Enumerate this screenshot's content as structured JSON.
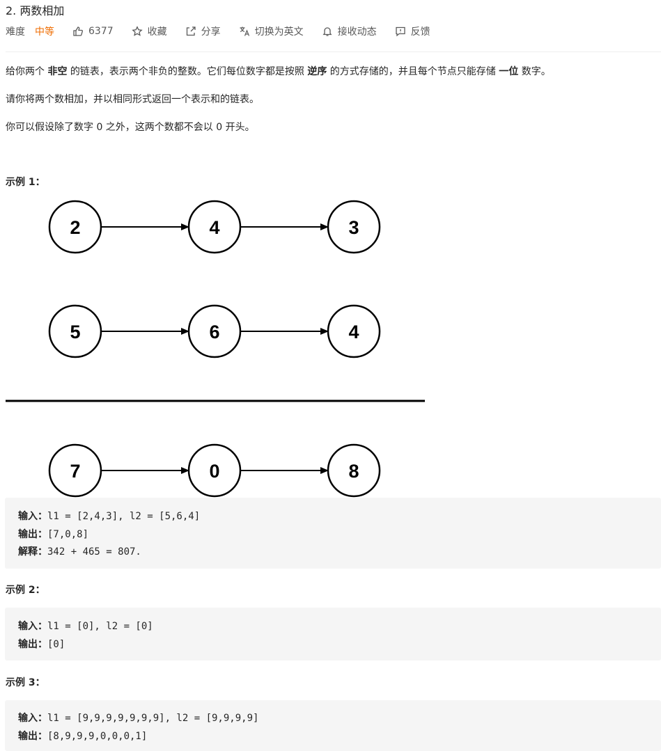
{
  "problem": {
    "title": "2. 两数相加",
    "difficulty_label": "难度",
    "difficulty": "中等",
    "likes": "6377",
    "favorite": "收藏",
    "share": "分享",
    "switch_lang": "切换为英文",
    "subscribe": "接收动态",
    "feedback": "反馈"
  },
  "description": {
    "p1_a": "给你两个 ",
    "p1_b": "非空",
    "p1_c": " 的链表，表示两个非负的整数。它们每位数字都是按照 ",
    "p1_d": "逆序",
    "p1_e": " 的方式存储的，并且每个节点只能存储 ",
    "p1_f": "一位",
    "p1_g": " 数字。",
    "p2": "请你将两个数相加，并以相同形式返回一个表示和的链表。",
    "p3": "你可以假设除了数字 0 之外，这两个数都不会以 0 开头。"
  },
  "diagram": {
    "rows": [
      [
        "2",
        "4",
        "3"
      ],
      [
        "5",
        "6",
        "4"
      ],
      [
        "7",
        "0",
        "8"
      ]
    ]
  },
  "examples": [
    {
      "title": "示例 1：",
      "input_label": "输入：",
      "input": "l1 = [2,4,3], l2 = [5,6,4]",
      "output_label": "输出：",
      "output": "[7,0,8]",
      "explain_label": "解释：",
      "explain": "342 + 465 = 807."
    },
    {
      "title": "示例 2：",
      "input_label": "输入：",
      "input": "l1 = [0], l2 = [0]",
      "output_label": "输出：",
      "output": "[0]"
    },
    {
      "title": "示例 3：",
      "input_label": "输入：",
      "input": "l1 = [9,9,9,9,9,9,9], l2 = [9,9,9,9]",
      "output_label": "输出：",
      "output": "[8,9,9,9,0,0,0,1]"
    }
  ]
}
